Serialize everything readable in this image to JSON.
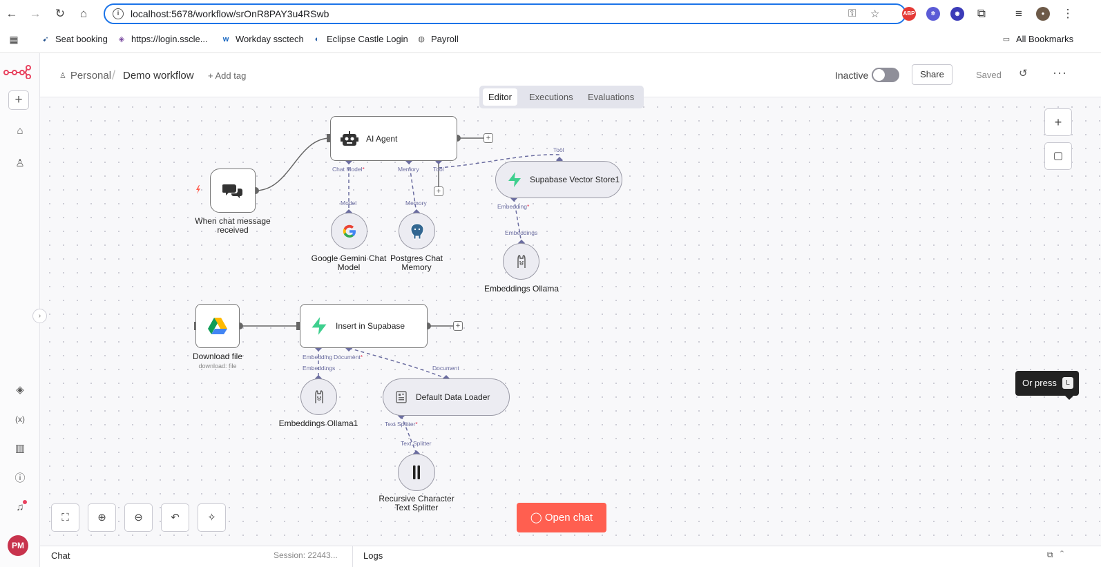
{
  "browser": {
    "url": "localhost:5678/workflow/srOnR8PAY3u4RSwb",
    "bookmarks": [
      "Seat booking",
      "https://login.sscle...",
      "Workday ssctech",
      "Eclipse Castle Login",
      "Payroll"
    ],
    "all_bookmarks": "All Bookmarks",
    "extensions": [
      "ABP"
    ]
  },
  "header": {
    "project": "Personal",
    "workflow_name": "Demo workflow",
    "add_tag": "+ Add tag",
    "status": "Inactive",
    "share": "Share",
    "saved": "Saved"
  },
  "tabs": [
    "Editor",
    "Executions",
    "Evaluations"
  ],
  "sidebar": {
    "avatar_initials": "PM"
  },
  "nodes": {
    "chat_trigger": "When chat message received",
    "ai_agent": "AI Agent",
    "gemini": "Google Gemini Chat Model",
    "postgres": "Postgres Chat Memory",
    "vector_store": "Supabase Vector Store1",
    "ollama": "Embeddings Ollama",
    "download": "Download file",
    "download_sub": "download: file",
    "insert": "Insert in Supabase",
    "ollama1": "Embeddings Ollama1",
    "loader": "Default Data Loader",
    "splitter": "Recursive Character Text Splitter"
  },
  "ports": {
    "chat_model": "Chat Model",
    "memory": "Memory",
    "tool": "Tool",
    "model": "Model",
    "memory_in": "Memory",
    "tool_in": "Tool",
    "embedding": "Embedding",
    "embeddings": "Embeddings",
    "embedding2": "Embedding",
    "document": "Document",
    "embeddings2": "Embeddings",
    "document_in": "Document",
    "text_splitter": "Text Splitter",
    "text_splitter_in": "Text Splitter",
    "required_mark": "*"
  },
  "tooltip": {
    "text": "Or press",
    "key": "L"
  },
  "open_chat": "Open chat",
  "bottom": {
    "chat": "Chat",
    "session": "Session: 22443...",
    "logs": "Logs"
  },
  "colors": {
    "accent": "#ff5f50",
    "port": "#6b6da0",
    "link": "#1a73e8"
  }
}
